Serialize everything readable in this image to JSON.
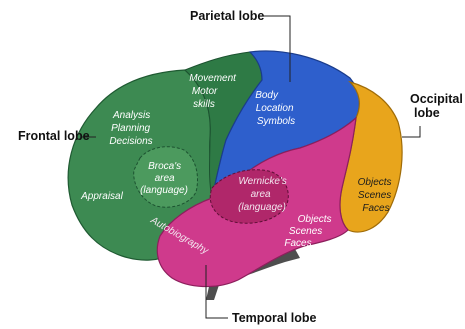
{
  "labels": {
    "parietal": "Parietal lobe",
    "frontal": "Frontal lobe",
    "occipital_1": "Occipital",
    "occipital_2": "lobe",
    "temporal": "Temporal lobe"
  },
  "regions": {
    "frontal": {
      "color": "#3d8a52",
      "lines": [
        "Analysis",
        "Planning",
        "Decisions"
      ]
    },
    "appraisal": {
      "lines": [
        "Appraisal"
      ]
    },
    "motor": {
      "color": "#2e7a45",
      "lines": [
        "Movement",
        "Motor",
        "skills"
      ]
    },
    "broca": {
      "color": "#4c9a5e",
      "lines": [
        "Broca's",
        "area",
        "(language)"
      ]
    },
    "parietal": {
      "color": "#2e5fcc",
      "lines": [
        "Body",
        "Location",
        "Symbols"
      ]
    },
    "wernicke": {
      "color": "#b0276a",
      "lines": [
        "Wernicke's",
        "area",
        "(language)"
      ]
    },
    "temporal_objects": {
      "color": "#cf3a8c",
      "lines": [
        "Objects",
        "Scenes",
        "Faces"
      ]
    },
    "autobiography": {
      "lines": [
        "Autobiography"
      ]
    },
    "occipital": {
      "color": "#e8a51c",
      "lines": [
        "Objects",
        "Scenes",
        "Faces"
      ]
    }
  }
}
